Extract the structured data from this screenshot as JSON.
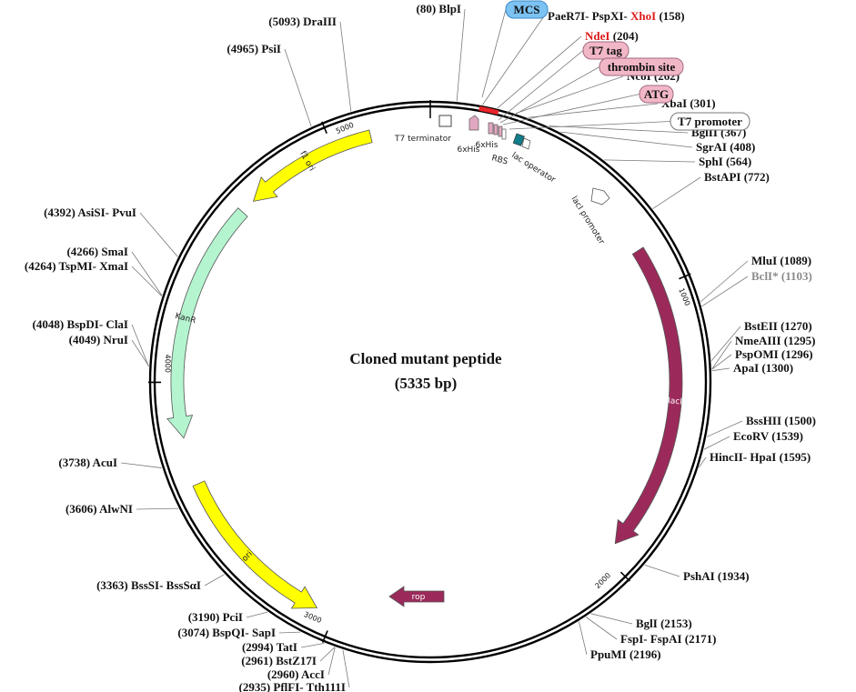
{
  "title": "Cloned mutant peptide",
  "subtitle": "(5335 bp)",
  "total_bp": 5335,
  "colors": {
    "backbone": "#000000",
    "highlight": "#e8252a",
    "kanr": "#b4f5cf",
    "yellow": "#ffff00",
    "laci": "#9b2a5a",
    "rop": "#9b2a5a",
    "small_pink": "#e0a8c0",
    "lac_operator": "#117d8a",
    "mcs_fill": "#7cc2f2",
    "pink_pill": "#f2b7c7",
    "restriction_red": "#e01b1b",
    "restriction_grey": "#8a8a8a"
  },
  "ticks": [
    {
      "pos": 1000,
      "label": "1000"
    },
    {
      "pos": 2000,
      "label": "2000"
    },
    {
      "pos": 3000,
      "label": "3000"
    },
    {
      "pos": 4000,
      "label": "4000"
    },
    {
      "pos": 5000,
      "label": "5000"
    }
  ],
  "features": [
    {
      "name": "f1 ori",
      "start": 5133,
      "end": 4677,
      "strand": "-",
      "color": "#ffff00",
      "label": "f1 ori"
    },
    {
      "name": "KanR",
      "start": 4626,
      "end": 3811,
      "strand": "-",
      "color": "#b4f5cf",
      "label": "KanR"
    },
    {
      "name": "ori",
      "start": 3650,
      "end": 3062,
      "strand": "-",
      "color": "#ffff00",
      "label": "ori"
    },
    {
      "name": "rop",
      "start": 2735,
      "end": 2545,
      "strand": "-",
      "color": "#9b2a5a",
      "label": "rop"
    },
    {
      "name": "lacI",
      "start": 855,
      "end": 1944,
      "strand": "+",
      "color": "#9b2a5a",
      "label": "lacI"
    }
  ],
  "inner_features": [
    {
      "name": "T7 terminator",
      "label": "T7 terminator"
    },
    {
      "name": "6xHis",
      "label": "6xHis"
    },
    {
      "name": "6xHis",
      "label": "6xHis"
    },
    {
      "name": "RBS",
      "label": "RBS"
    },
    {
      "name": "lac operator",
      "label": "lac operator"
    },
    {
      "name": "lacI promoter",
      "label": "lacI promoter"
    }
  ],
  "sites_right": [
    {
      "pos": 158,
      "text": "PaeR7I- PspXI- ",
      "red_text": "XhoI",
      "tail": " (158)"
    },
    {
      "pos": 204,
      "text": "",
      "red_text": "NdeI",
      "tail": " (204)"
    },
    {
      "pos": 262,
      "text": "NcoI (262)"
    },
    {
      "pos": 301,
      "text": "XbaI (301)"
    },
    {
      "pos": 367,
      "text": "BglII (367)"
    },
    {
      "pos": 408,
      "text": "SgrAI (408)"
    },
    {
      "pos": 564,
      "text": "SphI (564)"
    },
    {
      "pos": 772,
      "text": "BstAPI (772)"
    },
    {
      "pos": 1089,
      "text": "MluI (1089)"
    },
    {
      "pos": 1103,
      "text": "BclI* (1103)",
      "grey": true
    },
    {
      "pos": 1270,
      "text": "BstEII (1270)"
    },
    {
      "pos": 1295,
      "text": "NmeAIII (1295)"
    },
    {
      "pos": 1296,
      "text": "PspOMI (1296)"
    },
    {
      "pos": 1300,
      "text": "ApaI (1300)"
    },
    {
      "pos": 1500,
      "text": "BssHII (1500)"
    },
    {
      "pos": 1539,
      "text": "EcoRV (1539)"
    },
    {
      "pos": 1595,
      "text": "HincII- HpaI (1595)"
    },
    {
      "pos": 1934,
      "text": "PshAI (1934)"
    },
    {
      "pos": 2153,
      "text": "BglI (2153)"
    },
    {
      "pos": 2171,
      "text": "FspI- FspAI (2171)"
    },
    {
      "pos": 2196,
      "text": "PpuMI (2196)"
    }
  ],
  "sites_left": [
    {
      "pos": 80,
      "text": "(80) BlpI"
    },
    {
      "pos": 5093,
      "text": "(5093) DraIII"
    },
    {
      "pos": 4965,
      "text": "(4965) PsiI"
    },
    {
      "pos": 4392,
      "text": "(4392) AsiSI- PvuI"
    },
    {
      "pos": 4266,
      "text": "(4266) SmaI"
    },
    {
      "pos": 4264,
      "text": "(4264) TspMI- XmaI"
    },
    {
      "pos": 4048,
      "text": "(4048) BspDI- ClaI"
    },
    {
      "pos": 4049,
      "text": "(4049) NruI"
    },
    {
      "pos": 3738,
      "text": "(3738) AcuI"
    },
    {
      "pos": 3606,
      "text": "(3606) AlwNI"
    },
    {
      "pos": 3363,
      "text": "(3363) BssSI- BssSαI"
    },
    {
      "pos": 3190,
      "text": "(3190) PciI"
    },
    {
      "pos": 3074,
      "text": "(3074) BspQI- SapI"
    },
    {
      "pos": 2994,
      "text": "(2994) TatI"
    },
    {
      "pos": 2961,
      "text": "(2961) BstZ17I"
    },
    {
      "pos": 2960,
      "text": "(2960) AccI"
    },
    {
      "pos": 2935,
      "text": "(2935) PflFI- Tth111I"
    }
  ],
  "pills": [
    {
      "text": "MCS",
      "kind": "blue"
    },
    {
      "text": "T7 tag",
      "kind": "pink"
    },
    {
      "text": "thrombin site",
      "kind": "pink"
    },
    {
      "text": "ATG",
      "kind": "pink"
    },
    {
      "text": "T7 promoter",
      "kind": "white"
    }
  ]
}
